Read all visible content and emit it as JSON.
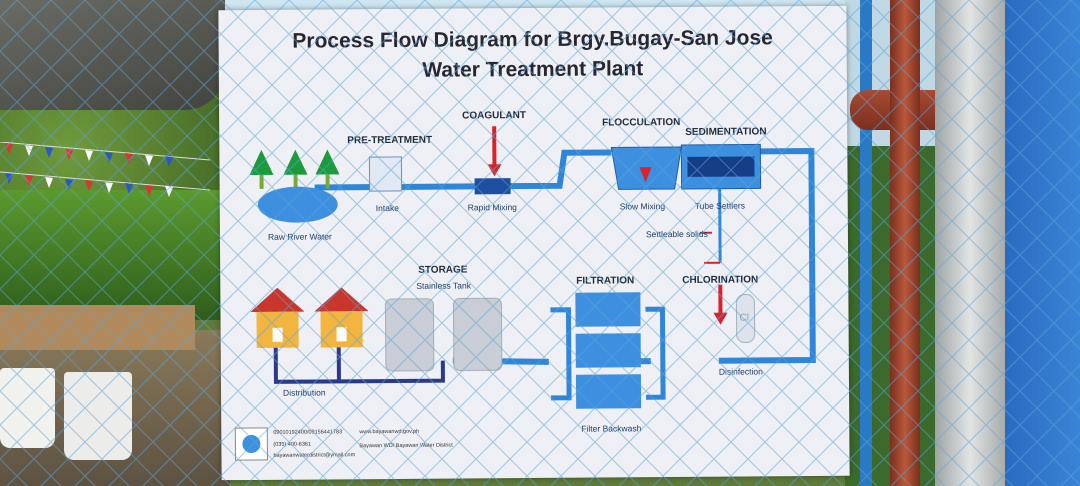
{
  "poster": {
    "title_line1": "Process Flow Diagram for Brgy.Bugay-San Jose",
    "title_line2": "Water Treatment Plant",
    "headings": {
      "pretreatment": "PRE-TREATMENT",
      "coagulant": "COAGULANT",
      "flocculation": "FLOCCULATION",
      "sedimentation": "SEDIMENTATION",
      "storage": "STORAGE",
      "filtration": "FILTRATION",
      "chlorination": "CHLORINATION"
    },
    "labels": {
      "raw_river_water": "Raw River Water",
      "intake": "Intake",
      "rapid_mixing": "Rapid Mixing",
      "slow_mixing": "Slow Mixing",
      "tube_settlers": "Tube Settlers",
      "settleable_solids": "Settleable solids",
      "stainless_tank": "Stainless Tank",
      "distribution": "Distribution",
      "disinfection": "Disinfection",
      "filter_backwash": "Filter Backwash",
      "chlorine_symbol": "Cl"
    },
    "footer": {
      "phones": "09010192400/09156441783",
      "landline": "(035) 400-6361",
      "email": "bayawanwaterdistrict@ymail.com",
      "website": "www.bayawanwd.gov.ph",
      "facebook": "Bayawan WD/ Bayawan Water District"
    }
  },
  "colors": {
    "pipe": "#2f86d8",
    "water": "#3d8fe0",
    "arrow": "#d8232a",
    "house": "#f2b640",
    "roof": "#c8362c",
    "tree": "#1b9b3a"
  }
}
